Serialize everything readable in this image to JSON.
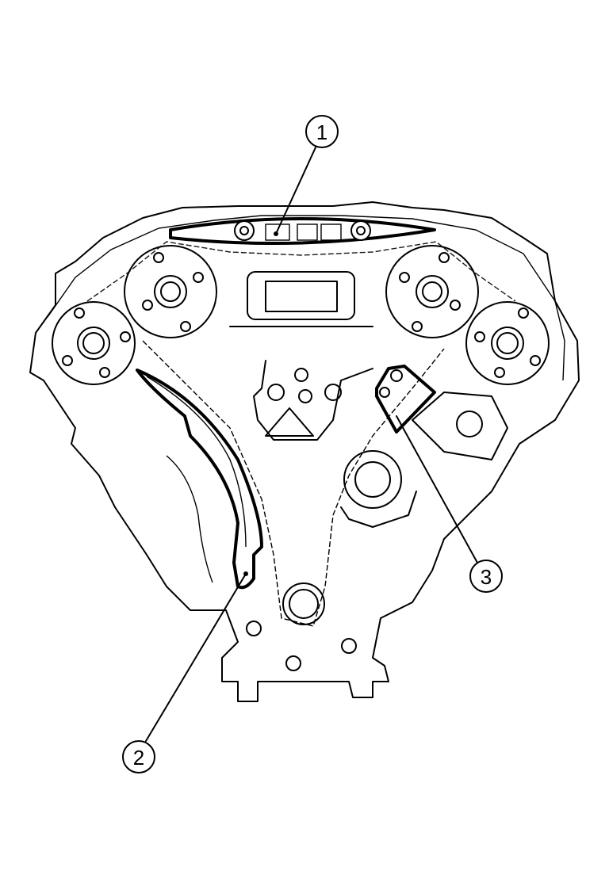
{
  "diagram": {
    "subject": "engine-timing-chain-layout",
    "colors": {
      "line": "#000000",
      "background": "#ffffff"
    },
    "callouts": [
      {
        "id": "1",
        "label": "1",
        "part": "upper-chain-guide"
      },
      {
        "id": "2",
        "label": "2",
        "part": "left-slack-guide"
      },
      {
        "id": "3",
        "label": "3",
        "part": "chain-tensioner"
      }
    ]
  }
}
